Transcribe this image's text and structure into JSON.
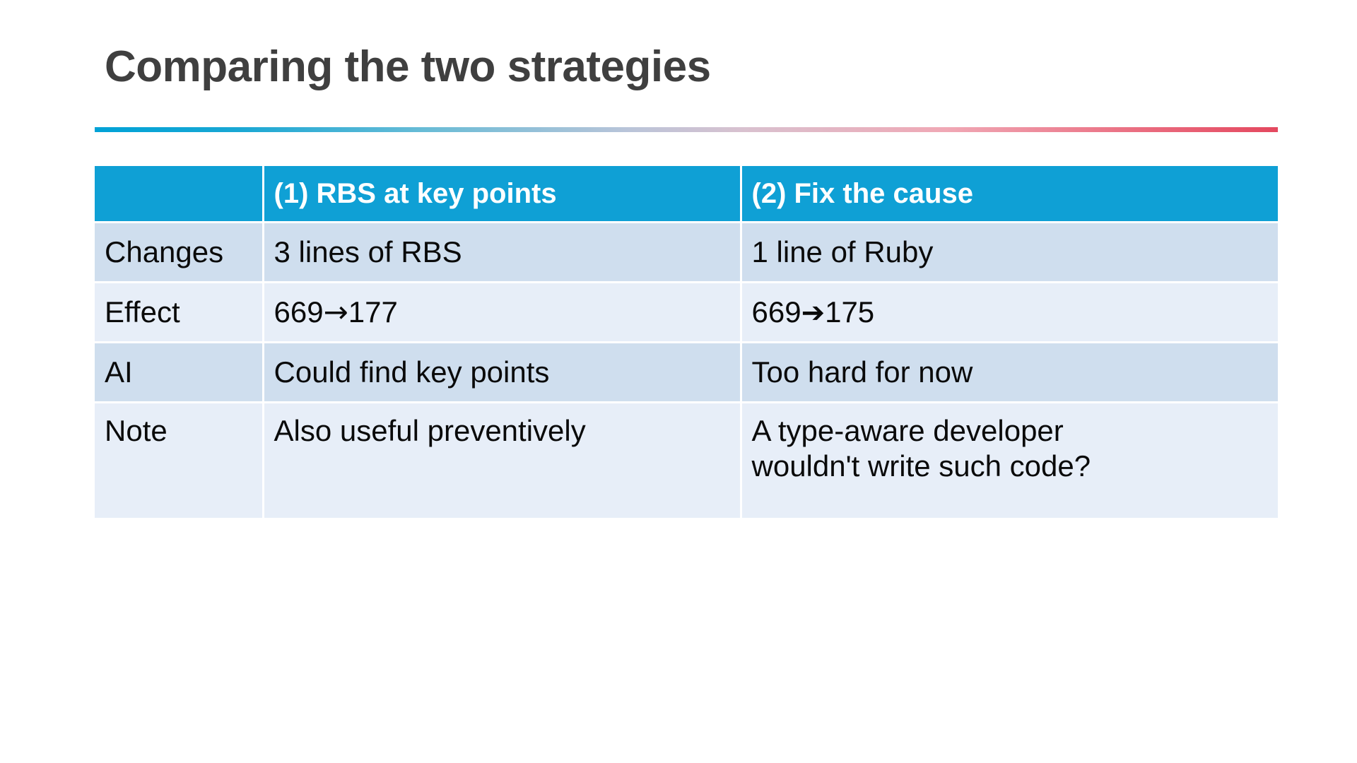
{
  "slide": {
    "title": "Comparing the two strategies",
    "accent_cyan": "#0FA0D5",
    "accent_pink": "#E4485F",
    "row_band_dark": "#CFDEEE",
    "row_band_light": "#E7EEF8",
    "title_color": "#3F3F3F"
  },
  "table": {
    "headers": {
      "corner": "",
      "col1": "(1) RBS at key points",
      "col2": "(2) Fix the cause"
    },
    "rows": [
      {
        "label": "Changes",
        "col1": "3 lines of RBS",
        "col2": "1 line of Ruby"
      },
      {
        "label": "Effect",
        "col1_before": "669",
        "col1_arrow": "→",
        "col1_after": "177",
        "col2_before": "669",
        "col2_arrow": "➔",
        "col2_after": "175"
      },
      {
        "label": "AI",
        "col1": "Could find key points",
        "col2": "Too hard for now"
      },
      {
        "label": "Note",
        "col1": "Also useful preventively",
        "col2_line1": "A type-aware developer",
        "col2_line2": "wouldn't write such code?"
      }
    ]
  }
}
